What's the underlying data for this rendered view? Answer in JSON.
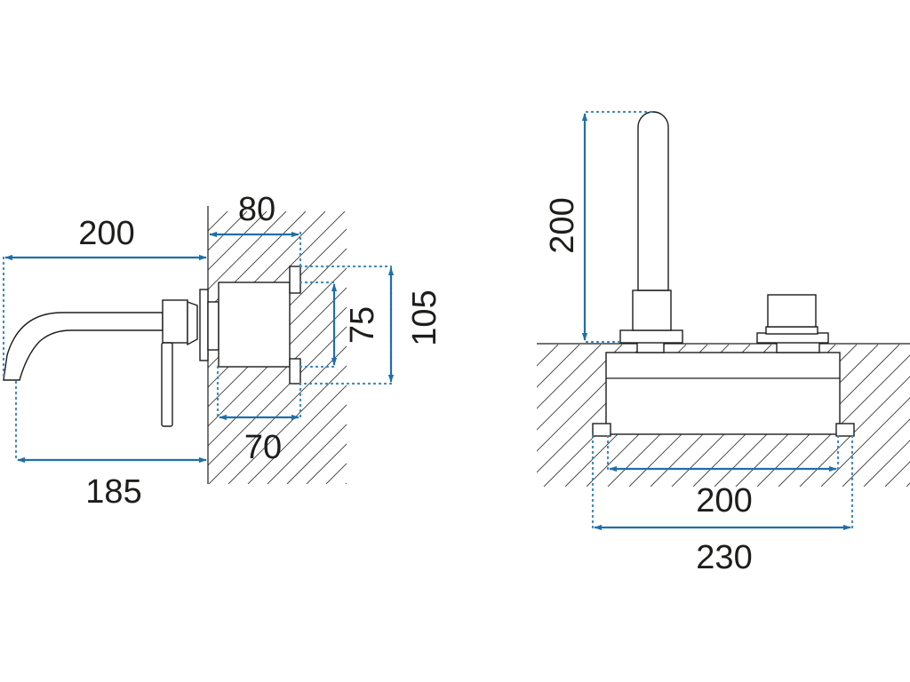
{
  "colors": {
    "dimension": "#1f6fa8",
    "extension": "#3b86bd",
    "outline": "#1d1d1b",
    "text": "#1d1d1b",
    "background": "#ffffff"
  },
  "side_view": {
    "dimensions": {
      "outlet_reach": "200",
      "outlet_projection": "185",
      "box_depth": "80",
      "box_depth_inner": "70",
      "box_height_inner": "75",
      "box_height_outer": "105"
    }
  },
  "front_view": {
    "dimensions": {
      "spout_height": "200",
      "box_width_inner": "200",
      "box_width_outer": "230"
    }
  }
}
